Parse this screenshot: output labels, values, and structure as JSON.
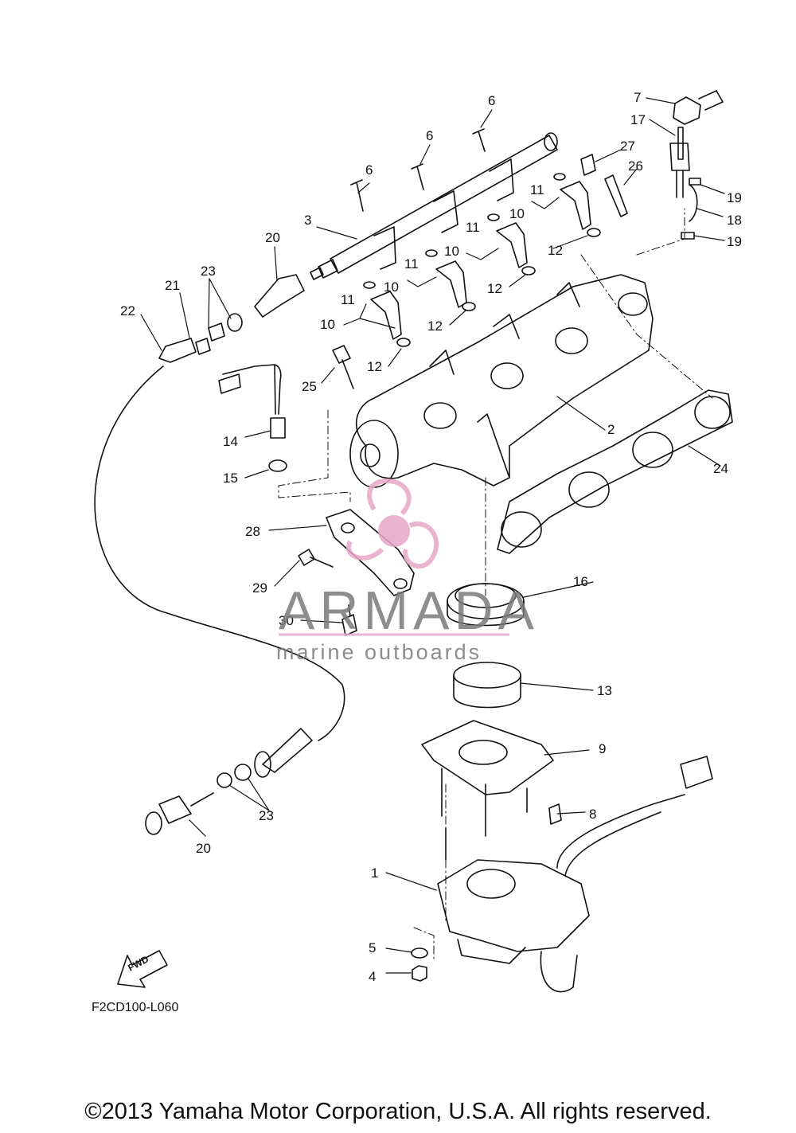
{
  "diagram": {
    "drawing_code": "F2CD100-L060",
    "copyright": "©2013 Yamaha Motor Corporation, U.S.A. All rights reserved.",
    "fwd_label": "FWD",
    "watermark": {
      "brand": "ARMADA",
      "tagline": "marine outboards",
      "accent_color": "#e7a8c9",
      "text_color": "#7a7a7a"
    },
    "callouts": [
      {
        "id": "c1",
        "label": "1"
      },
      {
        "id": "c2",
        "label": "2"
      },
      {
        "id": "c3",
        "label": "3"
      },
      {
        "id": "c4",
        "label": "4"
      },
      {
        "id": "c5",
        "label": "5"
      },
      {
        "id": "c6a",
        "label": "6"
      },
      {
        "id": "c6b",
        "label": "6"
      },
      {
        "id": "c6c",
        "label": "6"
      },
      {
        "id": "c7",
        "label": "7"
      },
      {
        "id": "c8",
        "label": "8"
      },
      {
        "id": "c9",
        "label": "9"
      },
      {
        "id": "c10a",
        "label": "10"
      },
      {
        "id": "c10b",
        "label": "10"
      },
      {
        "id": "c10c",
        "label": "10"
      },
      {
        "id": "c10d",
        "label": "10"
      },
      {
        "id": "c11a",
        "label": "11"
      },
      {
        "id": "c11b",
        "label": "11"
      },
      {
        "id": "c11c",
        "label": "11"
      },
      {
        "id": "c11d",
        "label": "11"
      },
      {
        "id": "c12a",
        "label": "12"
      },
      {
        "id": "c12b",
        "label": "12"
      },
      {
        "id": "c12c",
        "label": "12"
      },
      {
        "id": "c12d",
        "label": "12"
      },
      {
        "id": "c13",
        "label": "13"
      },
      {
        "id": "c14",
        "label": "14"
      },
      {
        "id": "c15",
        "label": "15"
      },
      {
        "id": "c16",
        "label": "16"
      },
      {
        "id": "c17",
        "label": "17"
      },
      {
        "id": "c18",
        "label": "18"
      },
      {
        "id": "c19a",
        "label": "19"
      },
      {
        "id": "c19b",
        "label": "19"
      },
      {
        "id": "c20a",
        "label": "20"
      },
      {
        "id": "c20b",
        "label": "20"
      },
      {
        "id": "c21",
        "label": "21"
      },
      {
        "id": "c22",
        "label": "22"
      },
      {
        "id": "c23a",
        "label": "23"
      },
      {
        "id": "c23b",
        "label": "23"
      },
      {
        "id": "c24",
        "label": "24"
      },
      {
        "id": "c25",
        "label": "25"
      },
      {
        "id": "c26",
        "label": "26"
      },
      {
        "id": "c27",
        "label": "27"
      },
      {
        "id": "c28",
        "label": "28"
      },
      {
        "id": "c29",
        "label": "29"
      },
      {
        "id": "c30",
        "label": "30"
      }
    ]
  }
}
